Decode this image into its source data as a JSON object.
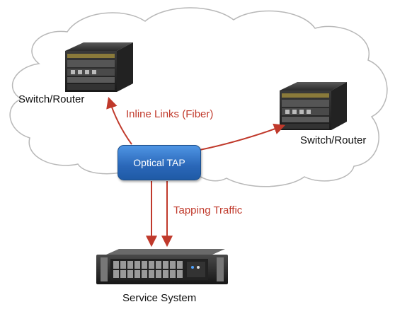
{
  "labels": {
    "switch_left": "Switch/Router",
    "switch_right": "Switch/Router",
    "inline_links": "Inline Links (Fiber)",
    "optical_tap": "Optical TAP",
    "tapping_traffic": "Tapping Traffic",
    "service_system": "Service System"
  },
  "colors": {
    "link_red": "#c0392b",
    "tap_blue": "#2f6fbf",
    "cloud_outline": "#b8b8b8"
  },
  "icons": {
    "left_device": "switch-router-chassis-icon",
    "right_device": "switch-router-chassis-icon",
    "server": "rack-server-icon"
  }
}
